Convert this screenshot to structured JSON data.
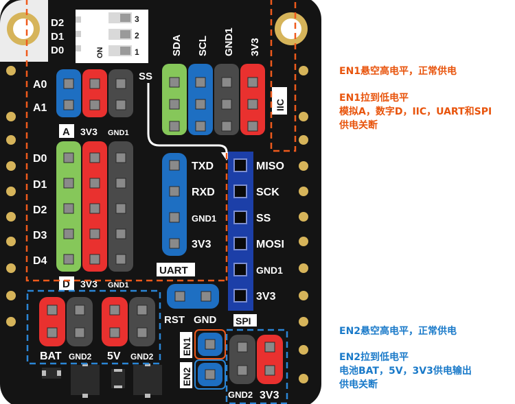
{
  "colors": {
    "board": "#141414",
    "red": "#e9312f",
    "green": "#86c75a",
    "blue": "#1e6fc2",
    "grey": "#4a4a4a",
    "gold": "#d6b45a",
    "orange_dash": "#ef5a1c",
    "blue_dash": "#2a86d6",
    "spi_header": "#1c3fa8",
    "annotation_orange": "#e8540c",
    "annotation_blue": "#1a7ac9"
  },
  "dip_switch": {
    "labels": [
      "D2",
      "D1",
      "D0"
    ],
    "numbers": [
      "3",
      "2",
      "1"
    ],
    "on_label": "ON"
  },
  "iic": {
    "columns": [
      "SDA",
      "SCL",
      "GND1",
      "3V3"
    ],
    "name": "IIC",
    "ss_label": "SS"
  },
  "analog": {
    "rows": [
      "A0",
      "A1"
    ],
    "section": "A",
    "col_3v3": "3V3",
    "col_gnd": "GND1"
  },
  "digital": {
    "rows": [
      "D0",
      "D1",
      "D2",
      "D3",
      "D4"
    ],
    "section": "D",
    "col_3v3": "3V3",
    "col_gnd": "GND1"
  },
  "uart": {
    "pins": [
      "TXD",
      "RXD",
      "GND1",
      "3V3"
    ],
    "name": "UART"
  },
  "spi": {
    "pins": [
      "MISO",
      "SCK",
      "SS",
      "MOSI",
      "GND1",
      "3V3"
    ],
    "name": "SPI"
  },
  "reset": {
    "rst": "RST",
    "gnd": "GND"
  },
  "power": {
    "labels": [
      "BAT",
      "GND2",
      "5V",
      "GND2"
    ]
  },
  "enable": {
    "en1": "EN1",
    "en2": "EN2",
    "gnd_label": "GND2",
    "v_label": "3V3"
  },
  "annotations": {
    "en1_float": "EN1悬空高电平，正常供电",
    "en1_low_1": "EN1拉到低电平",
    "en1_low_2": "模拟A，数字D，IIC，UART和SPI",
    "en1_low_3": "供电关断",
    "en2_float": "EN2悬空高电平，正常供电",
    "en2_low_1": "EN2拉到低电平",
    "en2_low_2": "电池BAT，5V，3V3供电输出",
    "en2_low_3": "供电关断"
  }
}
